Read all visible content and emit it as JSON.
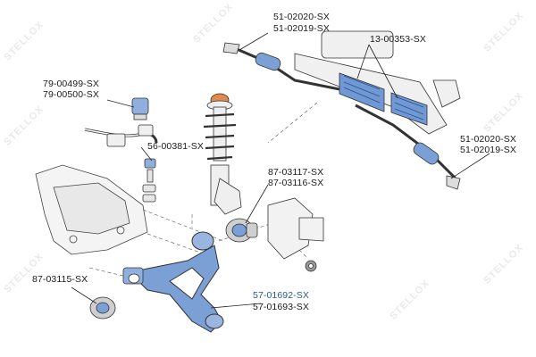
{
  "watermark": {
    "text": "STELLOX",
    "color": "#e6e6e6"
  },
  "colors": {
    "highlight": "#5b86c5",
    "line": "#222222",
    "selected_label": "#2b5a8a"
  },
  "callouts": {
    "tie_rod_top": [
      "51-02020-SX",
      "51-02019-SX"
    ],
    "rack_boots": [
      "13-00353-SX"
    ],
    "stabilizer_bushing": [
      "79-00499-SX",
      "79-00500-SX"
    ],
    "stabilizer_link": [
      "56-00381-SX"
    ],
    "tie_rod_right": [
      "51-02020-SX",
      "51-02019-SX"
    ],
    "lower_arm_rear_bushing": [
      "87-03117-SX",
      "87-03116-SX"
    ],
    "lower_arm_front_bushing": [
      "87-03115-SX"
    ],
    "lower_arm": [
      "57-01692-SX",
      "57-01693-SX"
    ]
  }
}
